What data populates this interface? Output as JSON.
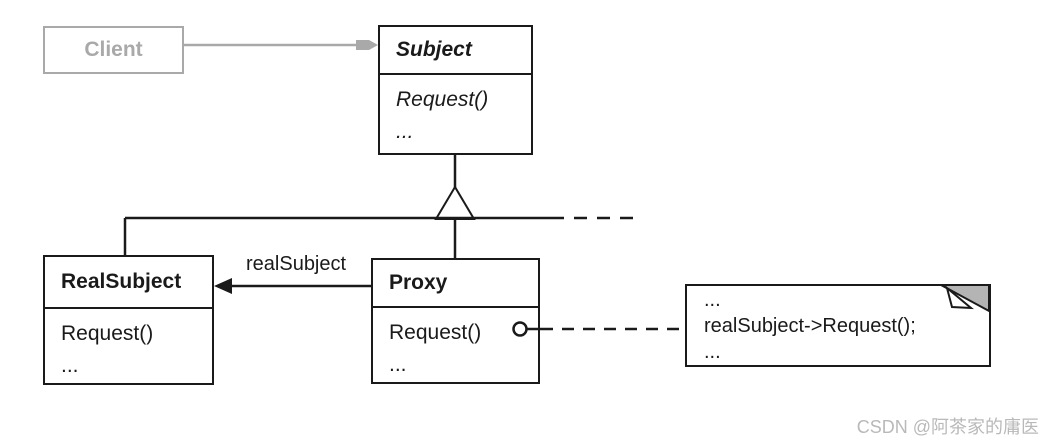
{
  "diagram": {
    "kind": "uml-class-diagram-proxy-pattern",
    "classes": {
      "client": {
        "name": "Client"
      },
      "subject": {
        "name": "Subject",
        "methods": [
          "Request()",
          "..."
        ]
      },
      "real_subject": {
        "name": "RealSubject",
        "methods": [
          "Request()",
          "..."
        ]
      },
      "proxy": {
        "name": "Proxy",
        "methods": [
          "Request()",
          "..."
        ]
      }
    },
    "relations": {
      "association_label": "realSubject"
    },
    "note": {
      "lines": [
        "...",
        "realSubject-&gt;Request();",
        "..."
      ],
      "line1": "...",
      "line2": "realSubject->Request();",
      "line3": "..."
    },
    "watermark": "CSDN @阿茶家的庸医",
    "colors": {
      "line": "#1a1a1a",
      "gray_dependency": "#a9a9a9",
      "note_fold_gray": "#b4b4b4",
      "watermark_gray": "#b9b9b9",
      "background": "#ffffff"
    }
  }
}
